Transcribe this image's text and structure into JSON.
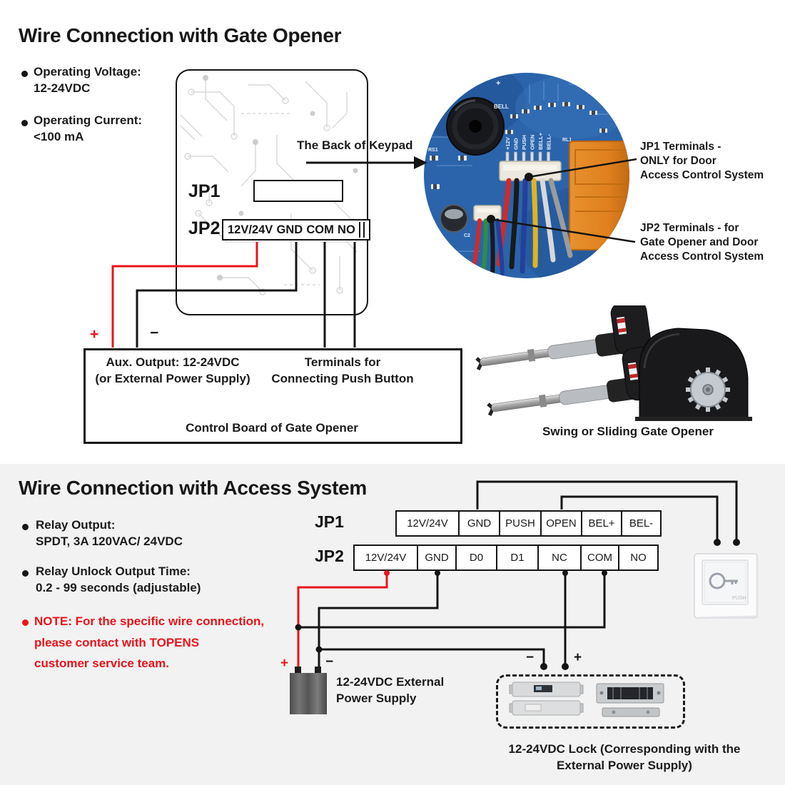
{
  "signs": {
    "plus": "+",
    "minus": "−"
  },
  "section1": {
    "title": "Wire Connection with Gate Opener",
    "bullets": [
      {
        "line1": "Operating Voltage:",
        "line2": "12-24VDC"
      },
      {
        "line1": "Operating Current:",
        "line2": "<100 mA"
      }
    ],
    "keypad": {
      "jp1_label": "JP1",
      "jp2_label": "JP2",
      "jp2_terminals": [
        "12V/24V",
        "GND",
        "COM",
        "NO"
      ]
    },
    "back_of_keypad": "The Back of Keypad",
    "annotations": {
      "jp1": [
        "JP1 Terminals -",
        "ONLY for Door",
        "Access Control System"
      ],
      "jp2": [
        "JP2 Terminals - for",
        "Gate Opener and Door",
        "Access Control System"
      ]
    },
    "pcb_photo": {
      "pin_labels": [
        "+12V",
        "GND",
        "PUSH",
        "OPEN",
        "BELL+",
        "BELL-"
      ],
      "silkscreen": [
        "BELL",
        "RL1",
        "RS1",
        "C2"
      ]
    },
    "control_board": {
      "aux": [
        "Aux. Output: 12-24VDC",
        "(or External Power Supply)"
      ],
      "push": [
        "Terminals for",
        "Connecting Push Button"
      ],
      "caption": "Control Board of Gate Opener"
    },
    "gate_caption": "Swing or Sliding Gate Opener"
  },
  "section2": {
    "title": "Wire Connection with Access System",
    "bullets": [
      {
        "line1": "Relay Output:",
        "line2": "SPDT, 3A 120VAC/ 24VDC"
      },
      {
        "line1": "Relay Unlock Output Time:",
        "line2": "0.2 - 99 seconds (adjustable)"
      }
    ],
    "note": [
      "NOTE: For the specific wire connection,",
      "please contact with TOPENS",
      "customer service team."
    ],
    "jp1_label": "JP1",
    "jp2_label": "JP2",
    "jp1_cells": [
      "12V/24V",
      "GND",
      "PUSH",
      "OPEN",
      "BEL+",
      "BEL-"
    ],
    "jp2_cells": [
      "12V/24V",
      "GND",
      "D0",
      "D1",
      "NC",
      "COM",
      "NO"
    ],
    "psu_label": [
      "12-24VDC External",
      "Power Supply"
    ],
    "lock_caption": [
      "12-24VDC Lock (Corresponding with the",
      "External Power Supply)"
    ],
    "push_button_text": "PUSH"
  },
  "colors": {
    "accent_red": "#e9141b",
    "wire_black": "#141414",
    "section2_bg": "#f2f2f2",
    "pcb_blue": "#2b64ab",
    "relay_orange": "#df7f1e"
  }
}
